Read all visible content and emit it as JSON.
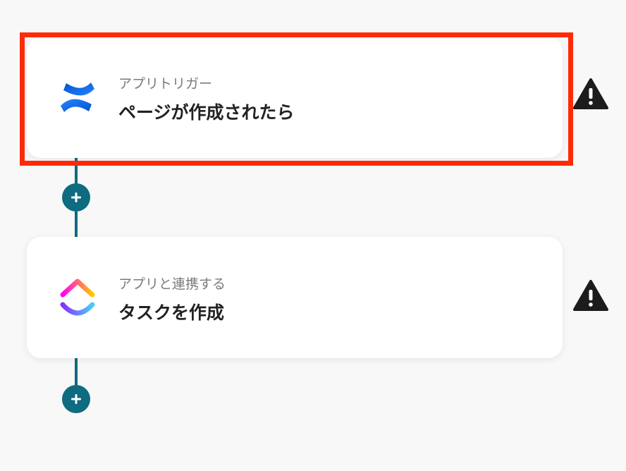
{
  "flow": {
    "steps": [
      {
        "app": "confluence-logo",
        "sub_label": "アプリトリガー",
        "main_label": "ページが作成されたら",
        "selected": true,
        "warning": true
      },
      {
        "app": "clickup-logo",
        "sub_label": "アプリと連携する",
        "main_label": "タスクを作成",
        "selected": false,
        "warning": true
      }
    ],
    "add_step_icon": "plus-icon",
    "warning_icon": "warning-icon"
  },
  "colors": {
    "highlight": "#ff2a08",
    "connector": "#0e6b80",
    "card_background": "#ffffff",
    "page_background": "#f8f8f8"
  }
}
